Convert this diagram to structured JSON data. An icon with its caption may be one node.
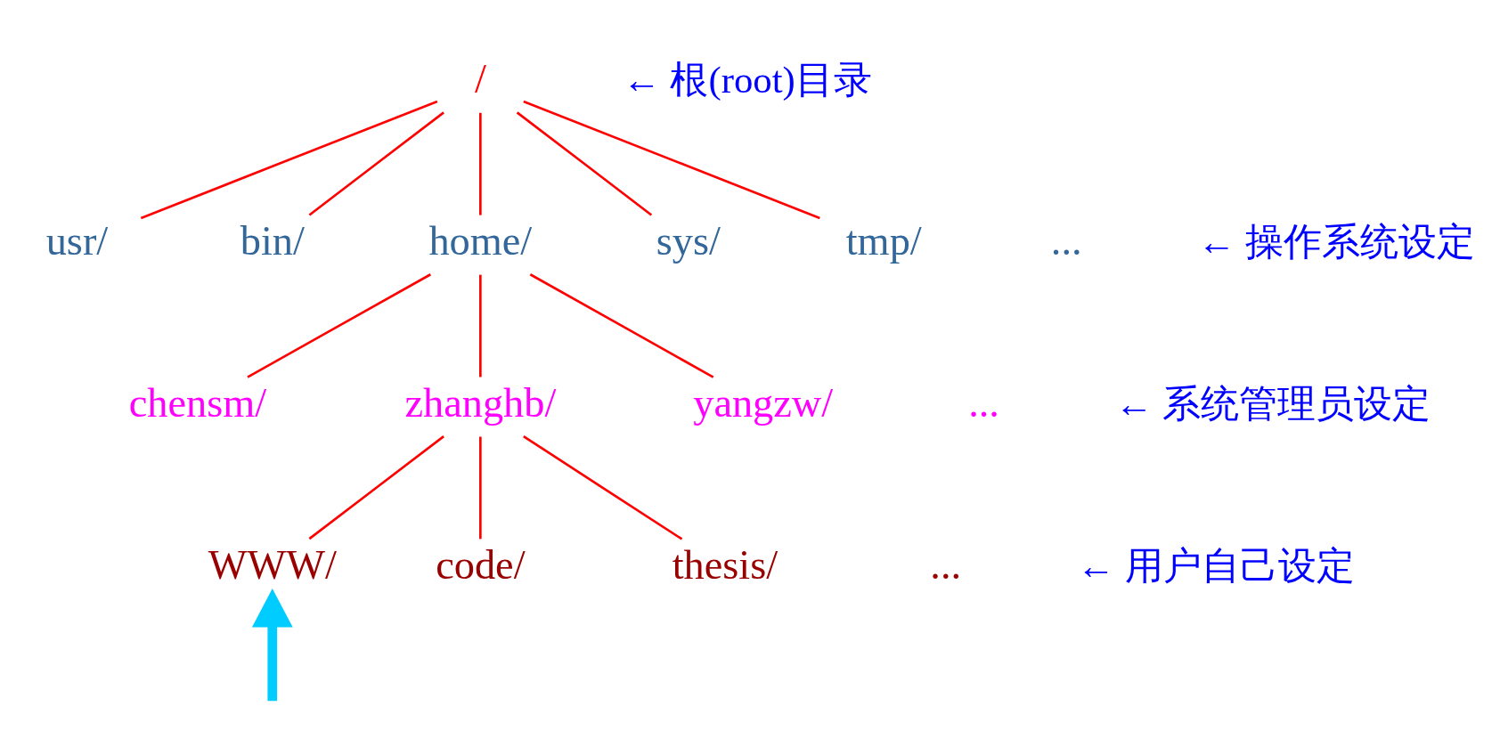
{
  "diagram": {
    "nodes": [
      {
        "text": [
          "/"
        ]
      },
      {
        "text": [
          "usr/"
        ]
      },
      {
        "text": [
          "bin/"
        ]
      },
      {
        "text": [
          "home/"
        ]
      },
      {
        "text": [
          "sys/"
        ]
      },
      {
        "text": [
          "tmp/"
        ]
      },
      {
        "text": [
          "..."
        ]
      },
      {
        "text": [
          "chensm/"
        ]
      },
      {
        "text": [
          "zhanghb/"
        ]
      },
      {
        "text": [
          "yangzw/"
        ]
      },
      {
        "text": [
          "..."
        ]
      },
      {
        "text": [
          "WWW/"
        ]
      },
      {
        "text": [
          "code/"
        ]
      },
      {
        "text": [
          "thesis/"
        ]
      },
      {
        "text": [
          "..."
        ]
      }
    ],
    "edges": [
      {
        "from": 0,
        "to": 1,
        "arrow": "none"
      },
      {
        "from": 0,
        "to": 2,
        "arrow": "none"
      },
      {
        "from": 0,
        "to": 3,
        "arrow": "none"
      },
      {
        "from": 0,
        "to": 4,
        "arrow": "none"
      },
      {
        "from": 0,
        "to": 5,
        "arrow": "none"
      },
      {
        "from": 3,
        "to": 7,
        "arrow": "none"
      },
      {
        "from": 3,
        "to": 8,
        "arrow": "none"
      },
      {
        "from": 3,
        "to": 9,
        "arrow": "none"
      },
      {
        "from": 8,
        "to": 11,
        "arrow": "none"
      },
      {
        "from": 8,
        "to": 12,
        "arrow": "none"
      },
      {
        "from": 8,
        "to": 13,
        "arrow": "none"
      },
      {
        "from": null,
        "to": 11,
        "arrow": "to",
        "style": "thick",
        "color": "#00ccff"
      }
    ],
    "labels": [
      "← 根(root)目录",
      "← 操作系统设定",
      "← 系统管理员设定",
      "← 用户自己设定"
    ]
  }
}
